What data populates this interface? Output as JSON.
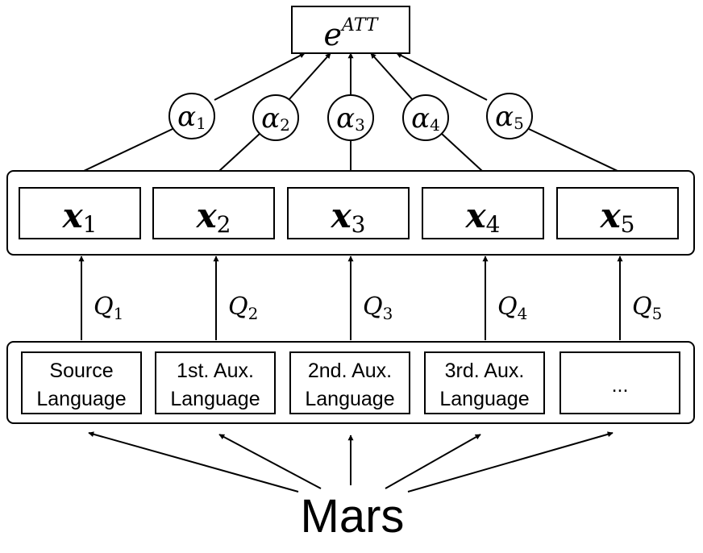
{
  "output": {
    "base": "e",
    "sup": "ATT"
  },
  "weights": [
    {
      "sym": "α",
      "sub": "1"
    },
    {
      "sym": "α",
      "sub": "2"
    },
    {
      "sym": "α",
      "sub": "3"
    },
    {
      "sym": "α",
      "sub": "4"
    },
    {
      "sym": "α",
      "sub": "5"
    }
  ],
  "encodings": [
    {
      "sym": "x",
      "sub": "1"
    },
    {
      "sym": "x",
      "sub": "2"
    },
    {
      "sym": "x",
      "sub": "3"
    },
    {
      "sym": "x",
      "sub": "4"
    },
    {
      "sym": "x",
      "sub": "5"
    }
  ],
  "queries": [
    {
      "sym": "Q",
      "sub": "1"
    },
    {
      "sym": "Q",
      "sub": "2"
    },
    {
      "sym": "Q",
      "sub": "3"
    },
    {
      "sym": "Q",
      "sub": "4"
    },
    {
      "sym": "Q",
      "sub": "5"
    }
  ],
  "languages": [
    {
      "line1": "Source",
      "line2": "Language"
    },
    {
      "line1": "1st. Aux.",
      "line2": "Language"
    },
    {
      "line1": "2nd. Aux.",
      "line2": "Language"
    },
    {
      "line1": "3rd. Aux.",
      "line2": "Language"
    },
    {
      "line1": "...",
      "line2": ""
    }
  ],
  "source_label": "Mars"
}
